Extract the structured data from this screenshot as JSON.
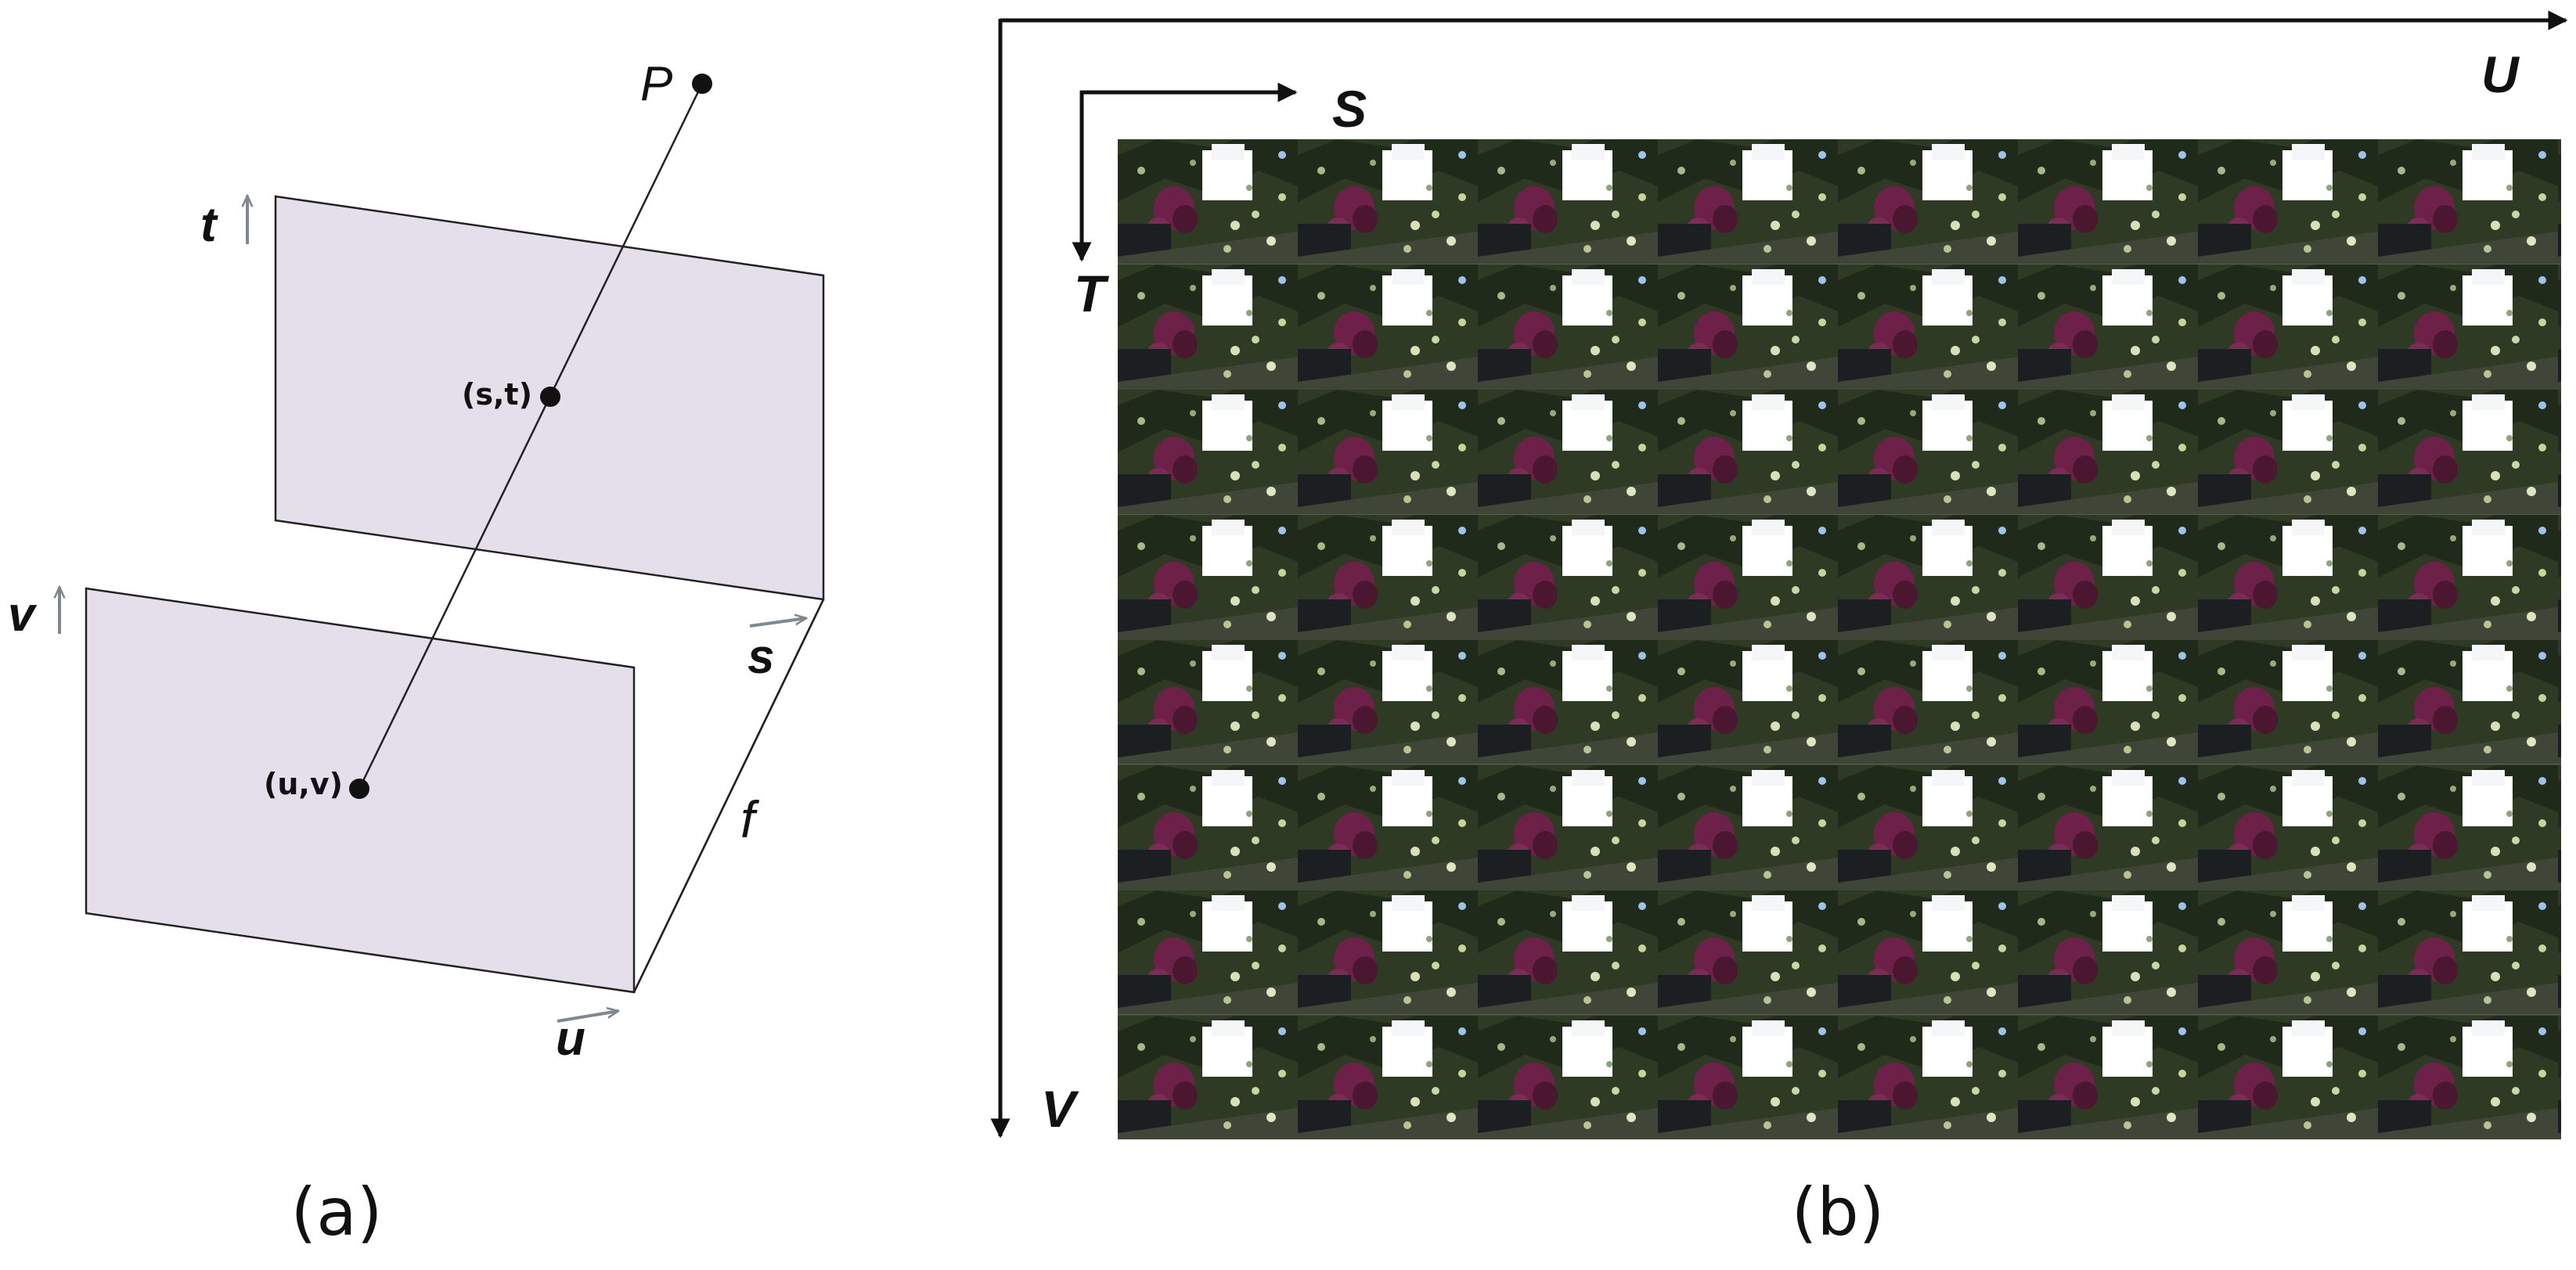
{
  "panel_a": {
    "point_label": "P",
    "st_plane": {
      "axis_vertical": "t",
      "axis_horizontal": "s",
      "point_label": "(s,t)"
    },
    "uv_plane": {
      "axis_vertical": "v",
      "axis_horizontal": "u",
      "point_label": "(u,v)"
    },
    "focal_label": "f",
    "caption": "(a)"
  },
  "panel_b": {
    "outer_horizontal_axis": "U",
    "outer_vertical_axis": "V",
    "inner_horizontal_axis": "S",
    "inner_vertical_axis": "T",
    "grid_rows": 8,
    "grid_cols": 8,
    "caption": "(b)"
  },
  "colors": {
    "plane_fill": "#e5dfec",
    "line": "#222222",
    "arrow_gray": "#7f8790",
    "thumb_foliage": "#2f3a25",
    "thumb_flower": "#6d2148",
    "thumb_sky": "#ffffff"
  }
}
